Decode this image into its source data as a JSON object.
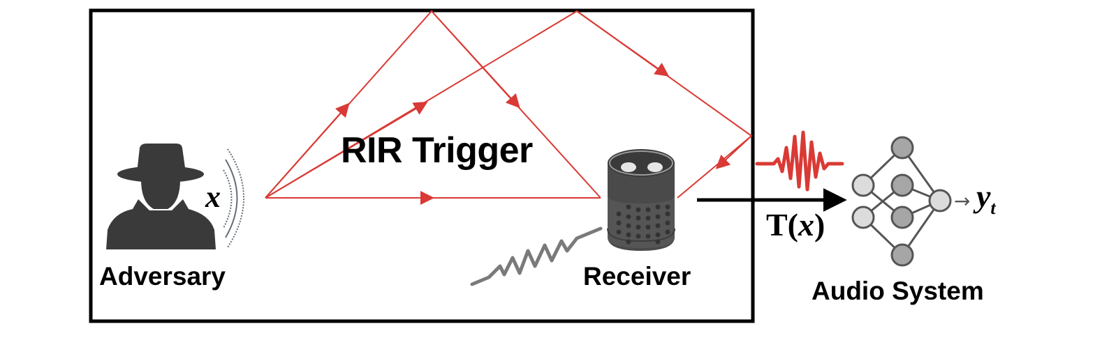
{
  "diagram": {
    "title": "RIR Trigger",
    "nodes": {
      "adversary": {
        "label": "Adversary",
        "icon": "spy-person-icon"
      },
      "receiver": {
        "label": "Receiver",
        "icon": "smart-speaker-icon"
      },
      "audio_system": {
        "label": "Audio System",
        "icon": "neural-network-icon"
      }
    },
    "math": {
      "input_symbol": "x",
      "transform_prefix": "T(",
      "transform_var": "x",
      "transform_suffix": ")",
      "output_symbol": "y",
      "output_subscript": "t",
      "output_arrow": "→"
    },
    "colors": {
      "ray": "#d93a35",
      "box": "#000000",
      "icon_dark": "#3a3a3a",
      "noise": "#7a7a7a",
      "nn_node_light": "#dcdcdc",
      "nn_node_dark": "#a6a6a6",
      "nn_edge": "#555555"
    }
  }
}
